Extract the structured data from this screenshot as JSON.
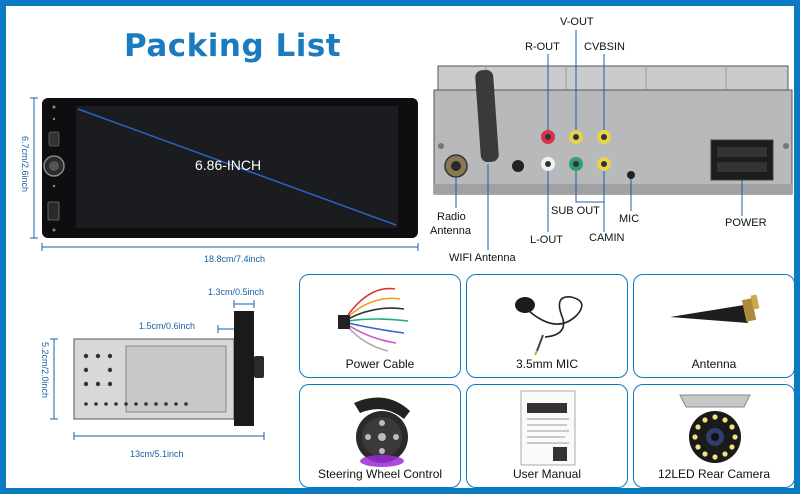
{
  "title": "Packing List",
  "colors": {
    "brand_blue": "#1a7cbf",
    "border": "#0a7bc0",
    "dimension": "#1a5fa8"
  },
  "front_panel": {
    "screen_label": "6.86-INCH",
    "width_label": "18.8cm/7.4inch",
    "height_label": "6.7cm/2.6inch"
  },
  "rear_panel": {
    "ports": {
      "v_out": "V-OUT",
      "r_out": "R-OUT",
      "cvbsin": "CVBSIN",
      "radio_antenna_1": "Radio",
      "radio_antenna_2": "Antenna",
      "l_out": "L-OUT",
      "sub_out": "SUB OUT",
      "mic": "MIC",
      "camin": "CAMIN",
      "power": "POWER",
      "wifi_antenna": "WIFI Antenna"
    }
  },
  "side_view": {
    "depth_label": "13cm/5.1inch",
    "height_label": "5.2cm/2.0inch",
    "panel_thickness_label": "1.3cm/0.5inch",
    "knob_depth_label": "1.5cm/0.6inch"
  },
  "items": [
    {
      "label": "Power Cable",
      "icon": "power-cable-icon"
    },
    {
      "label": "3.5mm MIC",
      "icon": "mic-icon"
    },
    {
      "label": "Antenna",
      "icon": "antenna-icon"
    },
    {
      "label": "Steering Wheel Control",
      "icon": "steering-remote-icon"
    },
    {
      "label": "User Manual",
      "icon": "manual-icon"
    },
    {
      "label": "12LED Rear Camera",
      "icon": "camera-icon"
    }
  ]
}
